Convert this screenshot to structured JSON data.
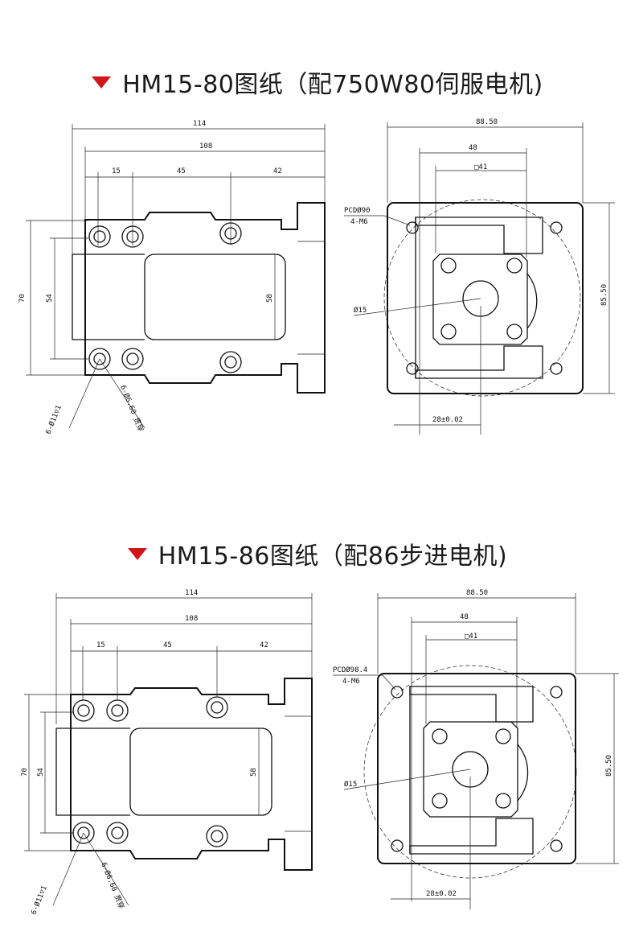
{
  "sections": [
    {
      "title": "HM15-80图纸（配750W80伺服电机)",
      "side_view": {
        "dim_overall_length": "114",
        "dim_body_length": "108",
        "dim_hole_a": "15",
        "dim_hole_b": "45",
        "dim_hole_c": "42",
        "dim_height": "70",
        "dim_inner_height": "54",
        "dim_slot": "58",
        "note_counterbore": "6-Ø11▽1",
        "note_through": "6-Ø6.60 贯穿"
      },
      "front_view": {
        "dim_width": "88.50",
        "dim_48": "48",
        "dim_square": "□41",
        "pcd": "PCDØ90",
        "thread": "4-M6",
        "bore": "Ø15",
        "dim_height": "85.50",
        "dim_bottom": "28±0.02"
      }
    },
    {
      "title": "HM15-86图纸（配86步进电机)",
      "side_view": {
        "dim_overall_length": "114",
        "dim_body_length": "108",
        "dim_hole_a": "15",
        "dim_hole_b": "45",
        "dim_hole_c": "42",
        "dim_height": "70",
        "dim_inner_height": "54",
        "dim_slot": "58",
        "note_counterbore": "6-Ø11▽1",
        "note_through": "6-Ø6.60 贯穿"
      },
      "front_view": {
        "dim_width": "88.50",
        "dim_48": "48",
        "dim_square": "□41",
        "pcd": "PCDØ98.4",
        "thread": "4-M6",
        "bore": "Ø15",
        "dim_height": "85.50",
        "dim_bottom": "28±0.02"
      }
    }
  ]
}
